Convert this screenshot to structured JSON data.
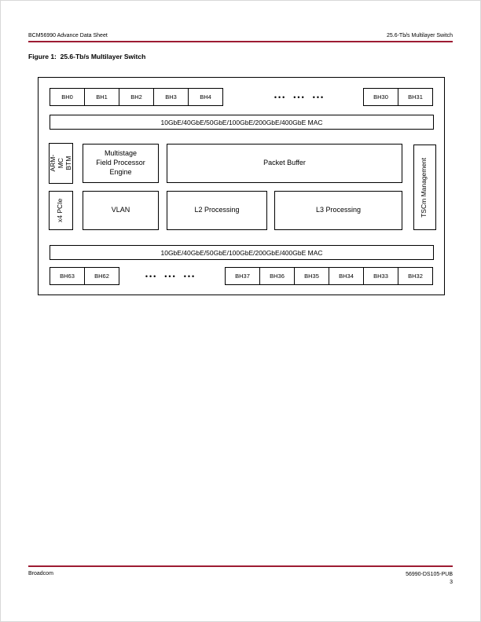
{
  "meta": {
    "accent_color": "#9d1b32"
  },
  "header": {
    "left": "BCM56990 Advance Data Sheet",
    "right": "25.6-Tb/s Multilayer Switch"
  },
  "figure": {
    "title": "Figure 1:  25.6-Tb/s Multilayer Switch"
  },
  "diagram": {
    "top_ports_left": [
      "BH0",
      "BH1",
      "BH2",
      "BH3",
      "BH4"
    ],
    "top_dots": "•••  •••  •••",
    "top_ports_right": [
      "BH30",
      "BH31"
    ],
    "mac_top": "10GbE/40GbE/50GbE/100GbE/200GbE/400GbE MAC",
    "arm_btm": "ARM-MC\nBTM",
    "field_processor": "Multistage\nField Processor\nEngine",
    "packet_buffer": "Packet Buffer",
    "pcie": "x4 PCIe",
    "vlan": "VLAN",
    "l2": "L2 Processing",
    "l3": "L3 Processing",
    "tscm": "TSCm Management",
    "mac_bottom": "10GbE/40GbE/50GbE/100GbE/200GbE/400GbE MAC",
    "bottom_ports_left": [
      "BH63",
      "BH62"
    ],
    "bottom_dots": "•••  •••  •••",
    "bottom_ports_right": [
      "BH37",
      "BH36",
      "BH35",
      "BH34",
      "BH33",
      "BH32"
    ]
  },
  "footer": {
    "left": "Broadcom",
    "doc_id": "56990-DS105-PUB",
    "page_number": "3"
  }
}
